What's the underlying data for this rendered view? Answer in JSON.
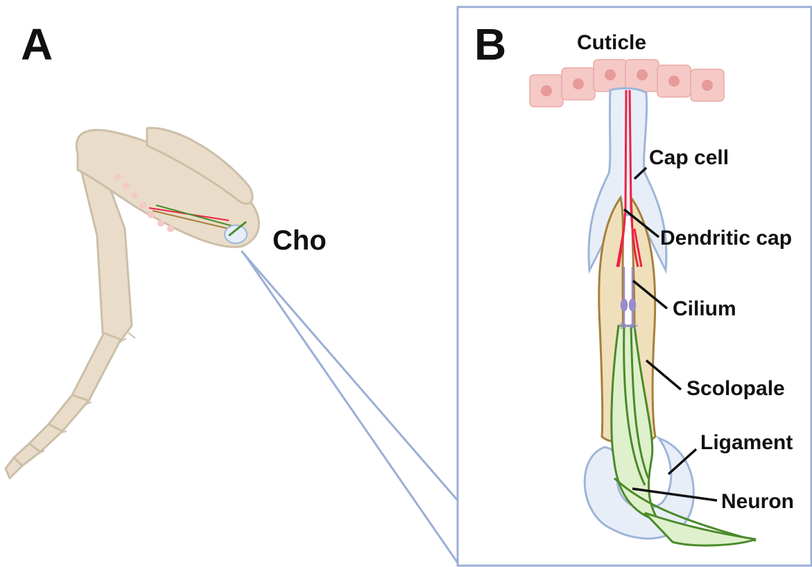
{
  "panels": {
    "a": {
      "letter": "A",
      "organ_label": "Cho"
    },
    "b": {
      "letter": "B"
    }
  },
  "labels": {
    "cuticle": "Cuticle",
    "cap_cell": "Cap cell",
    "dendritic_cap": "Dendritic cap",
    "cilium": "Cilium",
    "scolopale": "Scolopale",
    "ligament": "Ligament",
    "neuron": "Neuron"
  },
  "colors": {
    "leg": "#e9ddc9",
    "leg_outline": "#cbbfa9",
    "cuticle_cell": "#f5c9c6",
    "cuticle_nucleus": "#e79b98",
    "cap_cell": "#e7eef8",
    "cap_outline": "#9fb5d9",
    "dendrite": "#ee2244",
    "scolopale": "#efe0bb",
    "scolopale_outline": "#a67f3a",
    "neuron": "#4a8a2a",
    "neuron_fill": "#dff0cc",
    "cilium": "#9a8ccb",
    "frame": "#9aafd6"
  }
}
